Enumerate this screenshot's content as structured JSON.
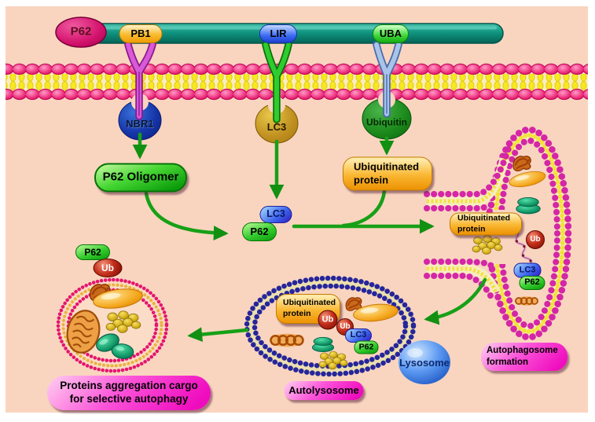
{
  "figure": {
    "labels": {
      "p62": "P62",
      "pb1": "PB1",
      "lir": "LIR",
      "uba": "UBA",
      "nbr1": "NBR1",
      "lc3": "LC3",
      "ubiquitin": "Ubiquitin",
      "p62_oligomer": "P62 Oligomer",
      "ubiquitinated": "Ubiquitinated",
      "protein": "protein",
      "ub": "Ub",
      "lysosome": "Lysosome",
      "autolysosome": "Autolysosome",
      "autophagosome": "Autophagosome",
      "formation": "formation",
      "cargo1": "Proteins aggregation cargo",
      "cargo2": "for selective autophagy"
    },
    "colors": {
      "background_peach": "#f9d5bf",
      "arrow_green": "#17a017",
      "membrane_pink": "#f23c86",
      "membrane_yellow": "#f6e822",
      "phagophore_bead": "#d426a6",
      "autolysosome_bead": "#26269a",
      "teal_bar": "#0b8a74",
      "magenta_label": "#ef0cbe",
      "lysosome_blue": "#1f5fd0",
      "ub_red": "#a01010"
    }
  }
}
